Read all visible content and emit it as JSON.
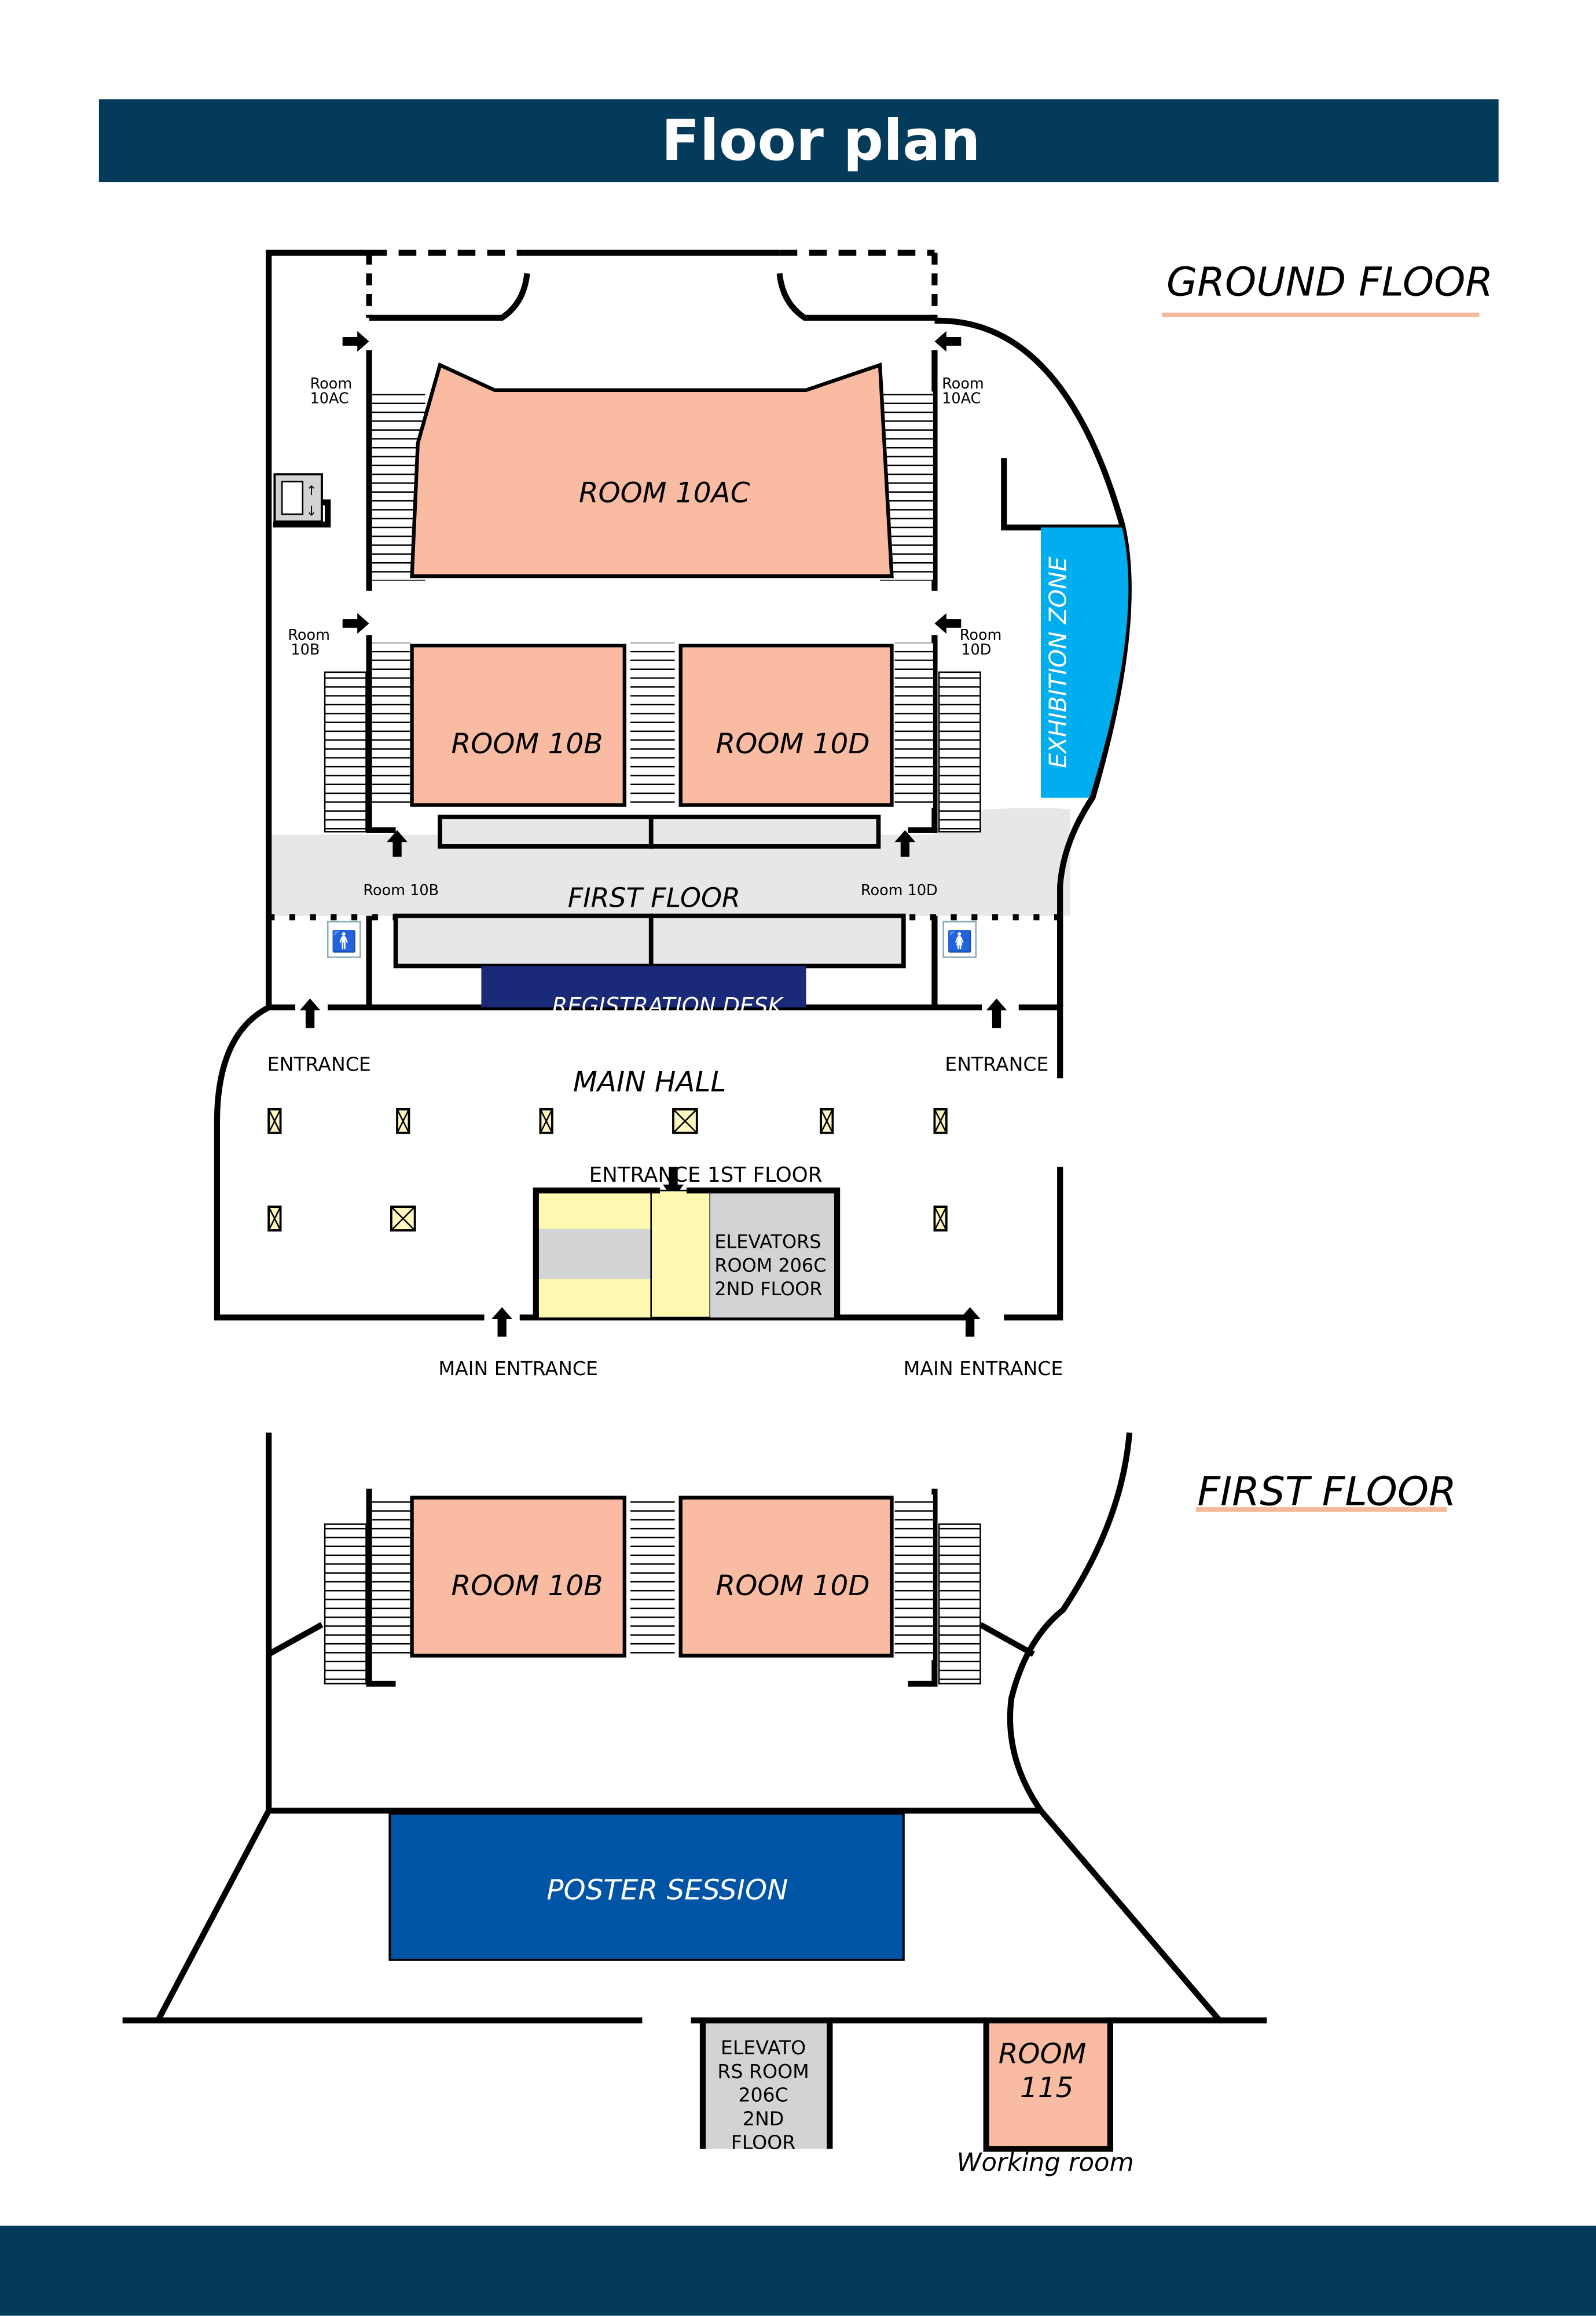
{
  "header": {
    "title": "Floor plan"
  },
  "colors": {
    "navy": "#043a5a",
    "room": "#f9bca2",
    "exhibition": "#00aeef",
    "poster": "#0054a6",
    "registration": "#1b2a78",
    "pillar": "#fff8c0",
    "elevator": "#d1d3d4",
    "band": "#e6e7e8",
    "underline": "#f4b89a"
  },
  "ground_floor": {
    "title": "GROUND FLOOR",
    "rooms": {
      "r10ac": "ROOM 10AC",
      "r10b": "ROOM 10B",
      "r10d": "ROOM 10D"
    },
    "door_labels": {
      "ac_left_1": "Room",
      "ac_left_2": "10AC",
      "ac_right_1": "Room",
      "ac_right_2": "10AC",
      "b_1": "Room",
      "b_2": "10B",
      "d_1": "Room",
      "d_2": "10D",
      "b_bottom": "Room 10B",
      "d_bottom": "Room 10D"
    },
    "exhibition": "EXHIBITION ZONE",
    "first_floor_band": "FIRST FLOOR",
    "registration": "REGISTRATION DESK",
    "main_hall": "MAIN HALL",
    "entrance_left": "ENTRANCE",
    "entrance_right": "ENTRANCE",
    "entrance_1st": "ENTRANCE 1ST FLOOR",
    "elevators": [
      "ELEVATORS",
      "ROOM 206C",
      "2ND FLOOR"
    ],
    "main_entrance_left": "MAIN ENTRANCE",
    "main_entrance_right": "MAIN ENTRANCE"
  },
  "first_floor": {
    "title": "FIRST FLOOR",
    "rooms": {
      "r10b": "ROOM 10B",
      "r10d": "ROOM 10D"
    },
    "poster": "POSTER SESSION",
    "elevators": [
      "ELEVATO",
      "RS ROOM",
      "206C",
      "2ND",
      "FLOOR"
    ],
    "room115": [
      "ROOM",
      "115"
    ],
    "working_room": "Working room"
  }
}
